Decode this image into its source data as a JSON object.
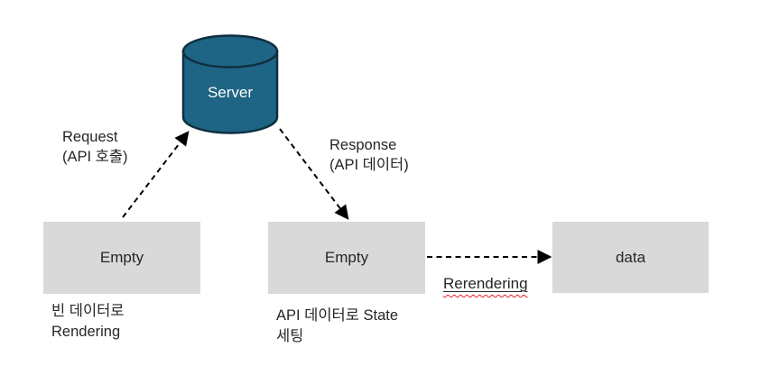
{
  "diagram": {
    "server": {
      "label": "Server"
    },
    "edges": {
      "request": {
        "line1": "Request",
        "line2": "(API 호출)"
      },
      "response": {
        "line1": "Response",
        "line2": "(API 데이터)"
      },
      "rerendering": {
        "label": "Rerendering"
      }
    },
    "boxes": [
      {
        "label": "Empty",
        "caption_line1": "빈 데이터로",
        "caption_line2": "Rendering"
      },
      {
        "label": "Empty",
        "caption_line1": "API 데이터로 State",
        "caption_line2": "세팅"
      },
      {
        "label": "data"
      }
    ],
    "colors": {
      "server_fill": "#1E6484",
      "server_outline": "#0E2F40",
      "box_fill": "#D9D9D9",
      "arrow": "#000000",
      "text": "#262626",
      "server_text": "#FFFFFF",
      "spellcheck_underline": "#EC1C24"
    }
  }
}
